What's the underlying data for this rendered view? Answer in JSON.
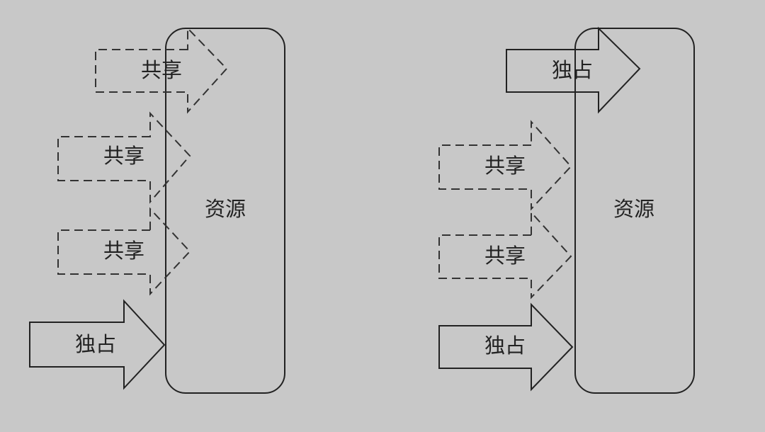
{
  "left_panel": {
    "resource_label": "资源",
    "arrows": [
      {
        "label": "共享",
        "style": "dashed"
      },
      {
        "label": "共享",
        "style": "dashed"
      },
      {
        "label": "共享",
        "style": "dashed"
      },
      {
        "label": "独占",
        "style": "solid"
      }
    ]
  },
  "right_panel": {
    "resource_label": "资源",
    "arrows": [
      {
        "label": "独占",
        "style": "solid"
      },
      {
        "label": "共享",
        "style": "dashed"
      },
      {
        "label": "共享",
        "style": "dashed"
      },
      {
        "label": "独占",
        "style": "solid"
      }
    ]
  },
  "colors": {
    "background": "#c8c8c8",
    "stroke": "#222222"
  }
}
